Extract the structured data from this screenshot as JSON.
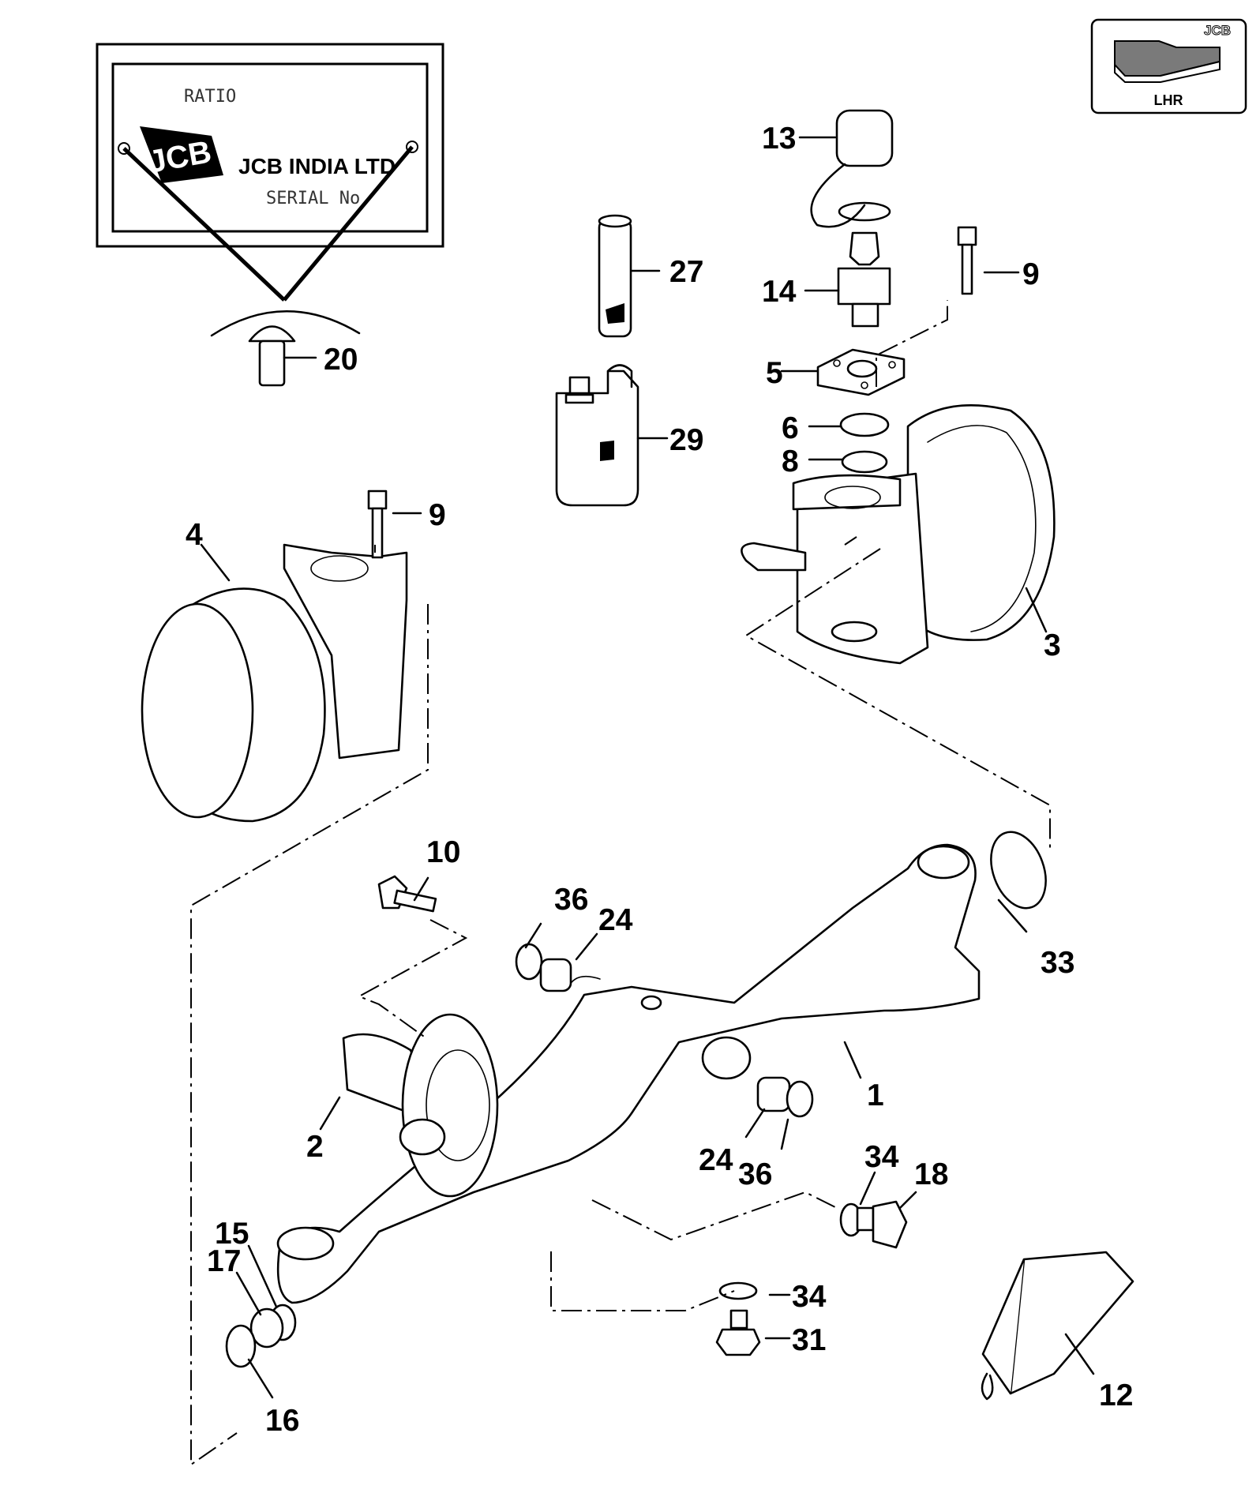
{
  "brand": {
    "badge_logo": "JCB",
    "badge_label": "LHR"
  },
  "data_plate": {
    "ratio_text": "RATIO",
    "logo": "JCB",
    "company_text": "JCB INDIA LTD",
    "serial_text": "SERIAL No"
  },
  "callouts": [
    {
      "id": "c1",
      "label": "1"
    },
    {
      "id": "c2",
      "label": "2"
    },
    {
      "id": "c3",
      "label": "3"
    },
    {
      "id": "c4",
      "label": "4"
    },
    {
      "id": "c5",
      "label": "5"
    },
    {
      "id": "c6",
      "label": "6"
    },
    {
      "id": "c8",
      "label": "8"
    },
    {
      "id": "c9a",
      "label": "9"
    },
    {
      "id": "c9b",
      "label": "9"
    },
    {
      "id": "c10",
      "label": "10"
    },
    {
      "id": "c12",
      "label": "12"
    },
    {
      "id": "c13",
      "label": "13"
    },
    {
      "id": "c14",
      "label": "14"
    },
    {
      "id": "c15",
      "label": "15"
    },
    {
      "id": "c16",
      "label": "16"
    },
    {
      "id": "c17",
      "label": "17"
    },
    {
      "id": "c18",
      "label": "18"
    },
    {
      "id": "c20",
      "label": "20"
    },
    {
      "id": "c24a",
      "label": "24"
    },
    {
      "id": "c24b",
      "label": "24"
    },
    {
      "id": "c27",
      "label": "27"
    },
    {
      "id": "c29",
      "label": "29"
    },
    {
      "id": "c31",
      "label": "31"
    },
    {
      "id": "c33",
      "label": "33"
    },
    {
      "id": "c34a",
      "label": "34"
    },
    {
      "id": "c34b",
      "label": "34"
    },
    {
      "id": "c36a",
      "label": "36"
    },
    {
      "id": "c36b",
      "label": "36"
    }
  ]
}
